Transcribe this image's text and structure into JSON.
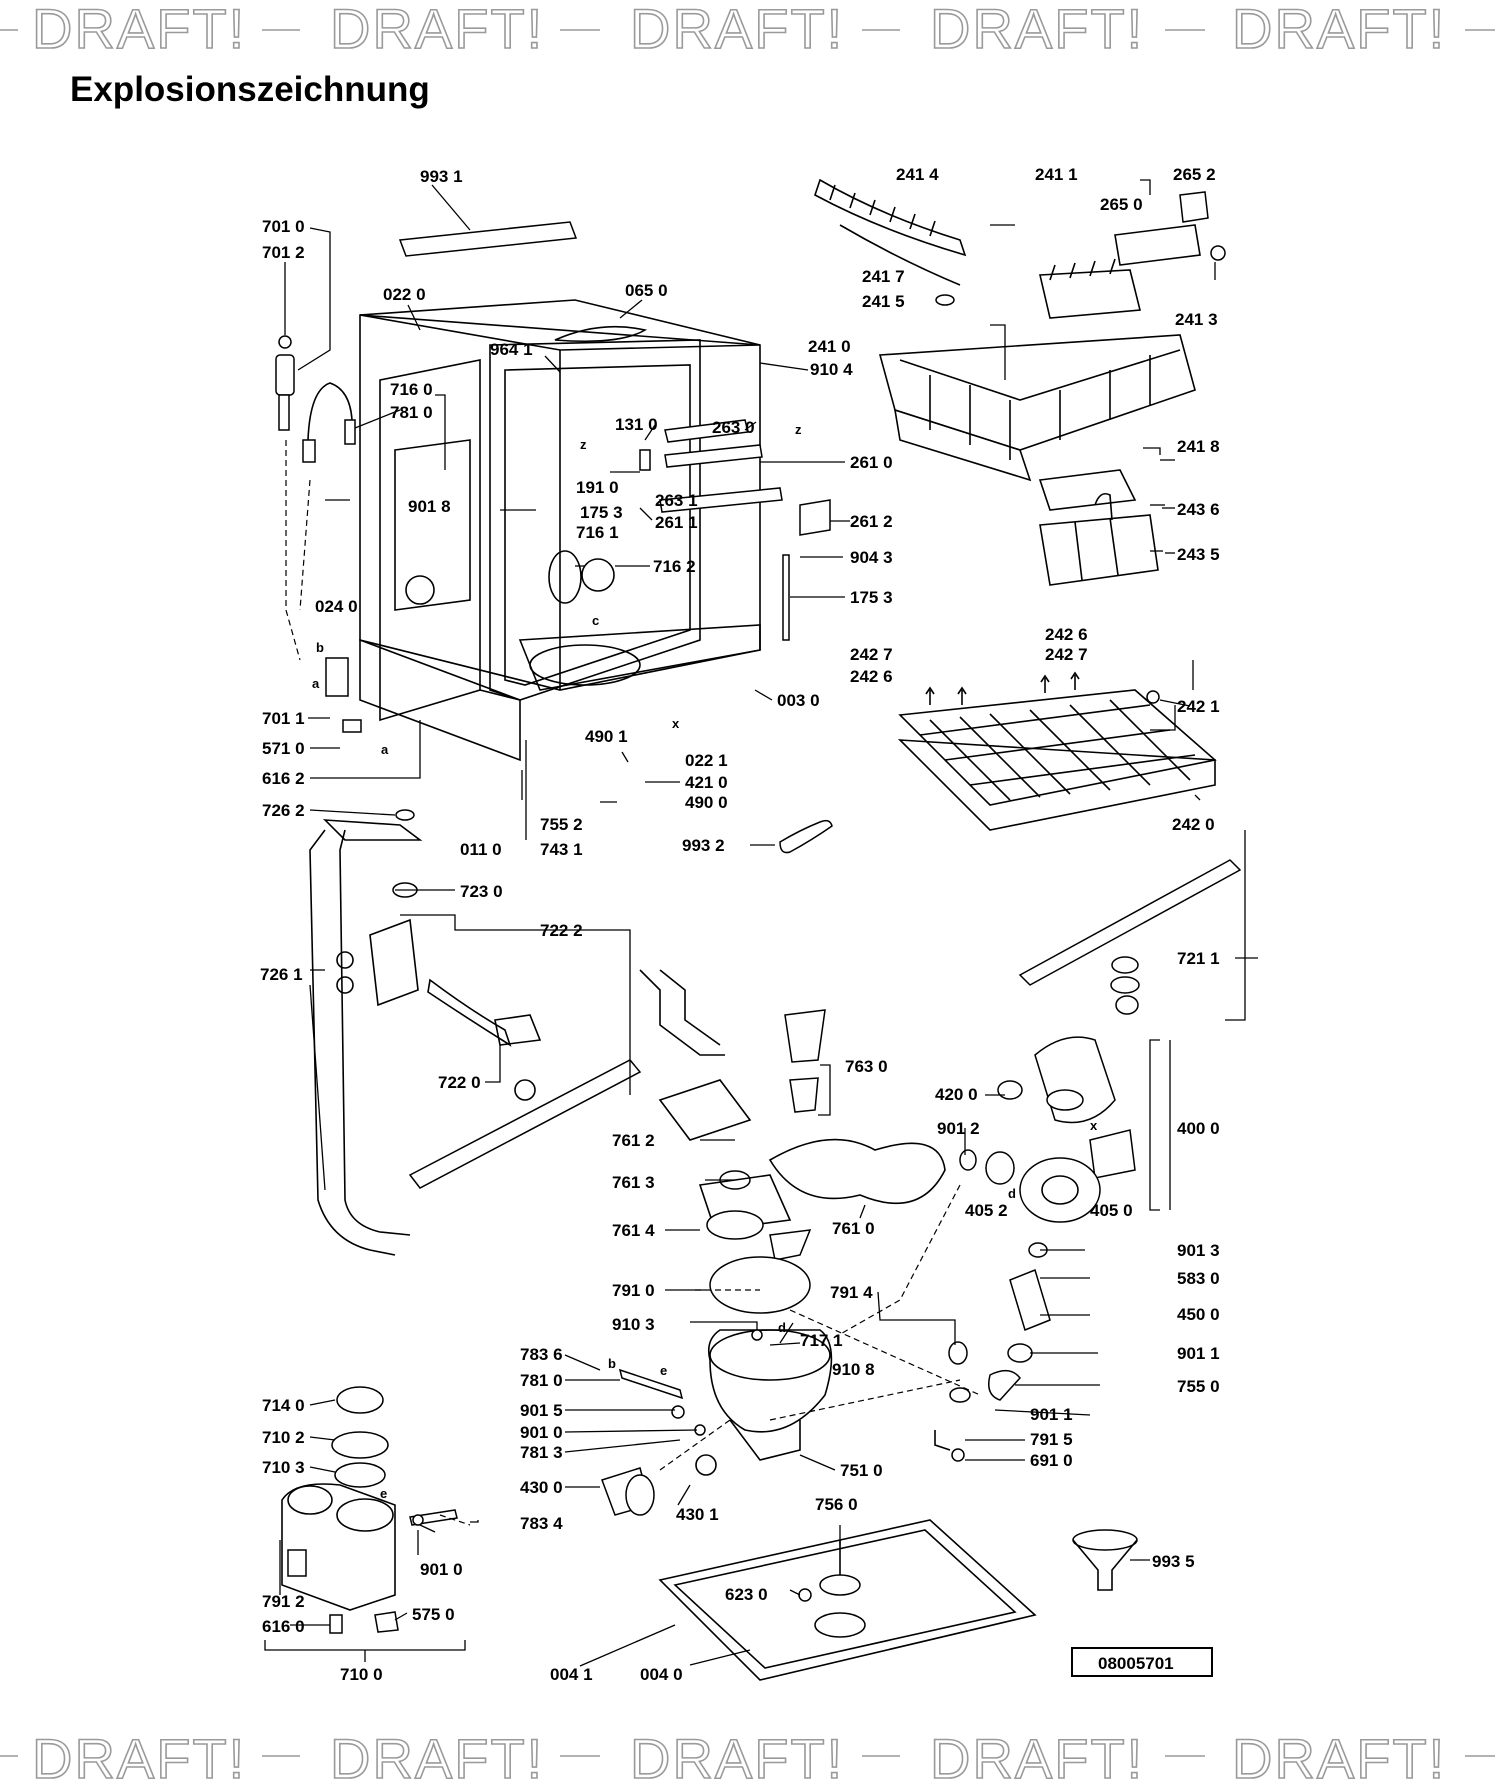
{
  "watermark": "DRAFT!",
  "title": "Explosionszeichnung",
  "reference_number": "08005701",
  "labels": {
    "l9931": "993 1",
    "l7010": "701 0",
    "l7012": "701 2",
    "l0220": "022 0",
    "l0650": "065 0",
    "l9641": "964 1",
    "l9104": "910 4",
    "l7160": "716 0",
    "l7810": "781 0",
    "l1310": "131 0",
    "l2630": "263 0",
    "l2610": "261 0",
    "l9018": "901 8",
    "l1910": "191 0",
    "l1753": "175 3",
    "l7161": "716 1",
    "l2631": "263 1",
    "l2611": "261 1",
    "l2612": "261 2",
    "l7162": "716 2",
    "l9043": "904 3",
    "l1753b": "175 3",
    "l0240": "024 0",
    "l0030": "003 0",
    "l7011": "701 1",
    "l5710": "571 0",
    "l6162": "616 2",
    "l4901": "490 1",
    "l0221": "022 1",
    "l4210": "421 0",
    "l4900": "490 0",
    "l7262": "726 2",
    "l7552": "755 2",
    "l0110": "011 0",
    "l7431": "743 1",
    "l9932": "993 2",
    "l7230": "723 0",
    "l7222": "722 2",
    "l7261": "726 1",
    "l7220": "722 0",
    "l2414": "241 4",
    "l2411": "241 1",
    "l2652": "265 2",
    "l2650": "265 0",
    "l2417": "241 7",
    "l2415": "241 5",
    "l2413": "241 3",
    "l2410": "241 0",
    "l2418": "241 8",
    "l2436": "243 6",
    "l2435": "243 5",
    "l2426a": "242 6",
    "l2427a": "242 7",
    "l2427b": "242 7",
    "l2426b": "242 6",
    "l2421": "242 1",
    "l2420": "242 0",
    "l7211": "721 1",
    "l7630": "763 0",
    "l4200": "420 0",
    "l9012": "901 2",
    "l4000": "400 0",
    "l7612": "761 2",
    "l7613": "761 3",
    "l4052": "405 2",
    "l4050": "405 0",
    "l7614": "761 4",
    "l7610": "761 0",
    "l9013": "901 3",
    "l5830": "583 0",
    "l7910": "791 0",
    "l7914": "791 4",
    "l4500": "450 0",
    "l9103": "910 3",
    "l7171": "717 1",
    "l9011a": "901 1",
    "l7836": "783 6",
    "l9108": "910 8",
    "l7810b": "781 0",
    "l7550": "755 0",
    "l9015": "901 5",
    "l9011b": "901 1",
    "l9010": "901 0",
    "l7915": "791 5",
    "l7813": "781 3",
    "l7510": "751 0",
    "l6910": "691 0",
    "l7140": "714 0",
    "l7102": "710 2",
    "l7103": "710 3",
    "l4300": "430 0",
    "l4301": "430 1",
    "l7560": "756 0",
    "l7834": "783 4",
    "l9010b": "901 0",
    "l6230": "623 0",
    "l9935": "993 5",
    "l7912": "791 2",
    "l5750": "575 0",
    "l6160": "616 0",
    "l0041": "004 1",
    "l0040": "004 0",
    "l7100": "710 0"
  },
  "letters": {
    "z1": "z",
    "z2": "z",
    "c": "c",
    "x1": "x",
    "b": "b",
    "a1": "a",
    "a2": "a",
    "d1": "d",
    "d2": "d",
    "b2": "b",
    "e": "e",
    "x2": "x",
    "e2": "e"
  }
}
